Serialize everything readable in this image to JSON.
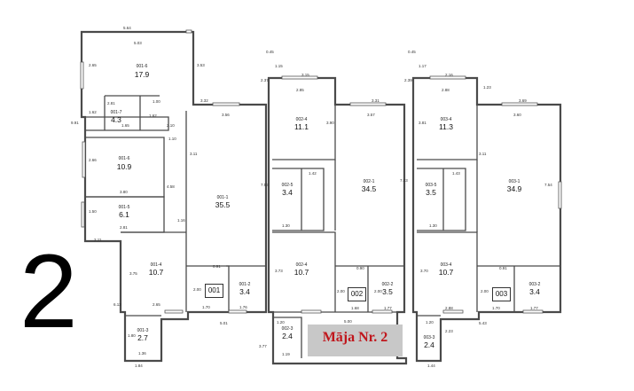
{
  "plot_number": "2",
  "house_label": "Māja Nr. 2",
  "unit_boxes": [
    "001",
    "002",
    "003"
  ],
  "rooms": [
    {
      "id": "001-6",
      "area": "17.9"
    },
    {
      "id": "001-7",
      "area": "4.3"
    },
    {
      "id": "001-6",
      "area": "10.9"
    },
    {
      "id": "001-5",
      "area": "6.1"
    },
    {
      "id": "001-1",
      "area": "35.5"
    },
    {
      "id": "001-4",
      "area": "10.7"
    },
    {
      "id": "001-2",
      "area": "3.4"
    },
    {
      "id": "001-3",
      "area": "2.7"
    },
    {
      "id": "002-4",
      "area": "11.1"
    },
    {
      "id": "002-5",
      "area": "3.4"
    },
    {
      "id": "002-1",
      "area": "34.5"
    },
    {
      "id": "002-4",
      "area": "10.7"
    },
    {
      "id": "002-2",
      "area": "3.5"
    },
    {
      "id": "002-3",
      "area": "2.4"
    },
    {
      "id": "003-4",
      "area": "11.3"
    },
    {
      "id": "003-5",
      "area": "3.5"
    },
    {
      "id": "003-1",
      "area": "34.9"
    },
    {
      "id": "003-4",
      "area": "10.7"
    },
    {
      "id": "003-2",
      "area": "3.4"
    },
    {
      "id": "003-3",
      "area": "2.4"
    }
  ],
  "dimensions": [
    "5.64",
    "5.03",
    "2.65",
    "3.53",
    "9.91",
    "1.62",
    "2.81",
    "1.00",
    "1.62",
    "1.65",
    "2.10",
    "1.10",
    "2.66",
    "3.80",
    "1.50",
    "2.81",
    "3.11",
    "4.58",
    "1.16",
    "2.11",
    "3.32",
    "3.56",
    "7.53",
    "3.75",
    "2.65",
    "6.12",
    "1.70",
    "1.76",
    "5.01",
    "2.00",
    "0.91",
    "1.84",
    "1.36",
    "1.80",
    "3.77",
    "0.45",
    "1.15",
    "2.37",
    "3.15",
    "2.85",
    "3.90",
    "3.31",
    "3.57",
    "7.53",
    "1.42",
    "1.30",
    "3.73",
    "1.68",
    "5.00",
    "2.00",
    "0.90",
    "2.00",
    "1.77",
    "1.20",
    "1.19",
    "0.45",
    "1.17",
    "2.39",
    "2.16",
    "2.88",
    "1.23",
    "3.81",
    "3.69",
    "3.60",
    "1.43",
    "7.54",
    "1.30",
    "3.70",
    "2.88",
    "2.00",
    "0.91",
    "1.70",
    "1.77",
    "5.43",
    "1.20",
    "2.23",
    "1.44",
    "3.11"
  ]
}
